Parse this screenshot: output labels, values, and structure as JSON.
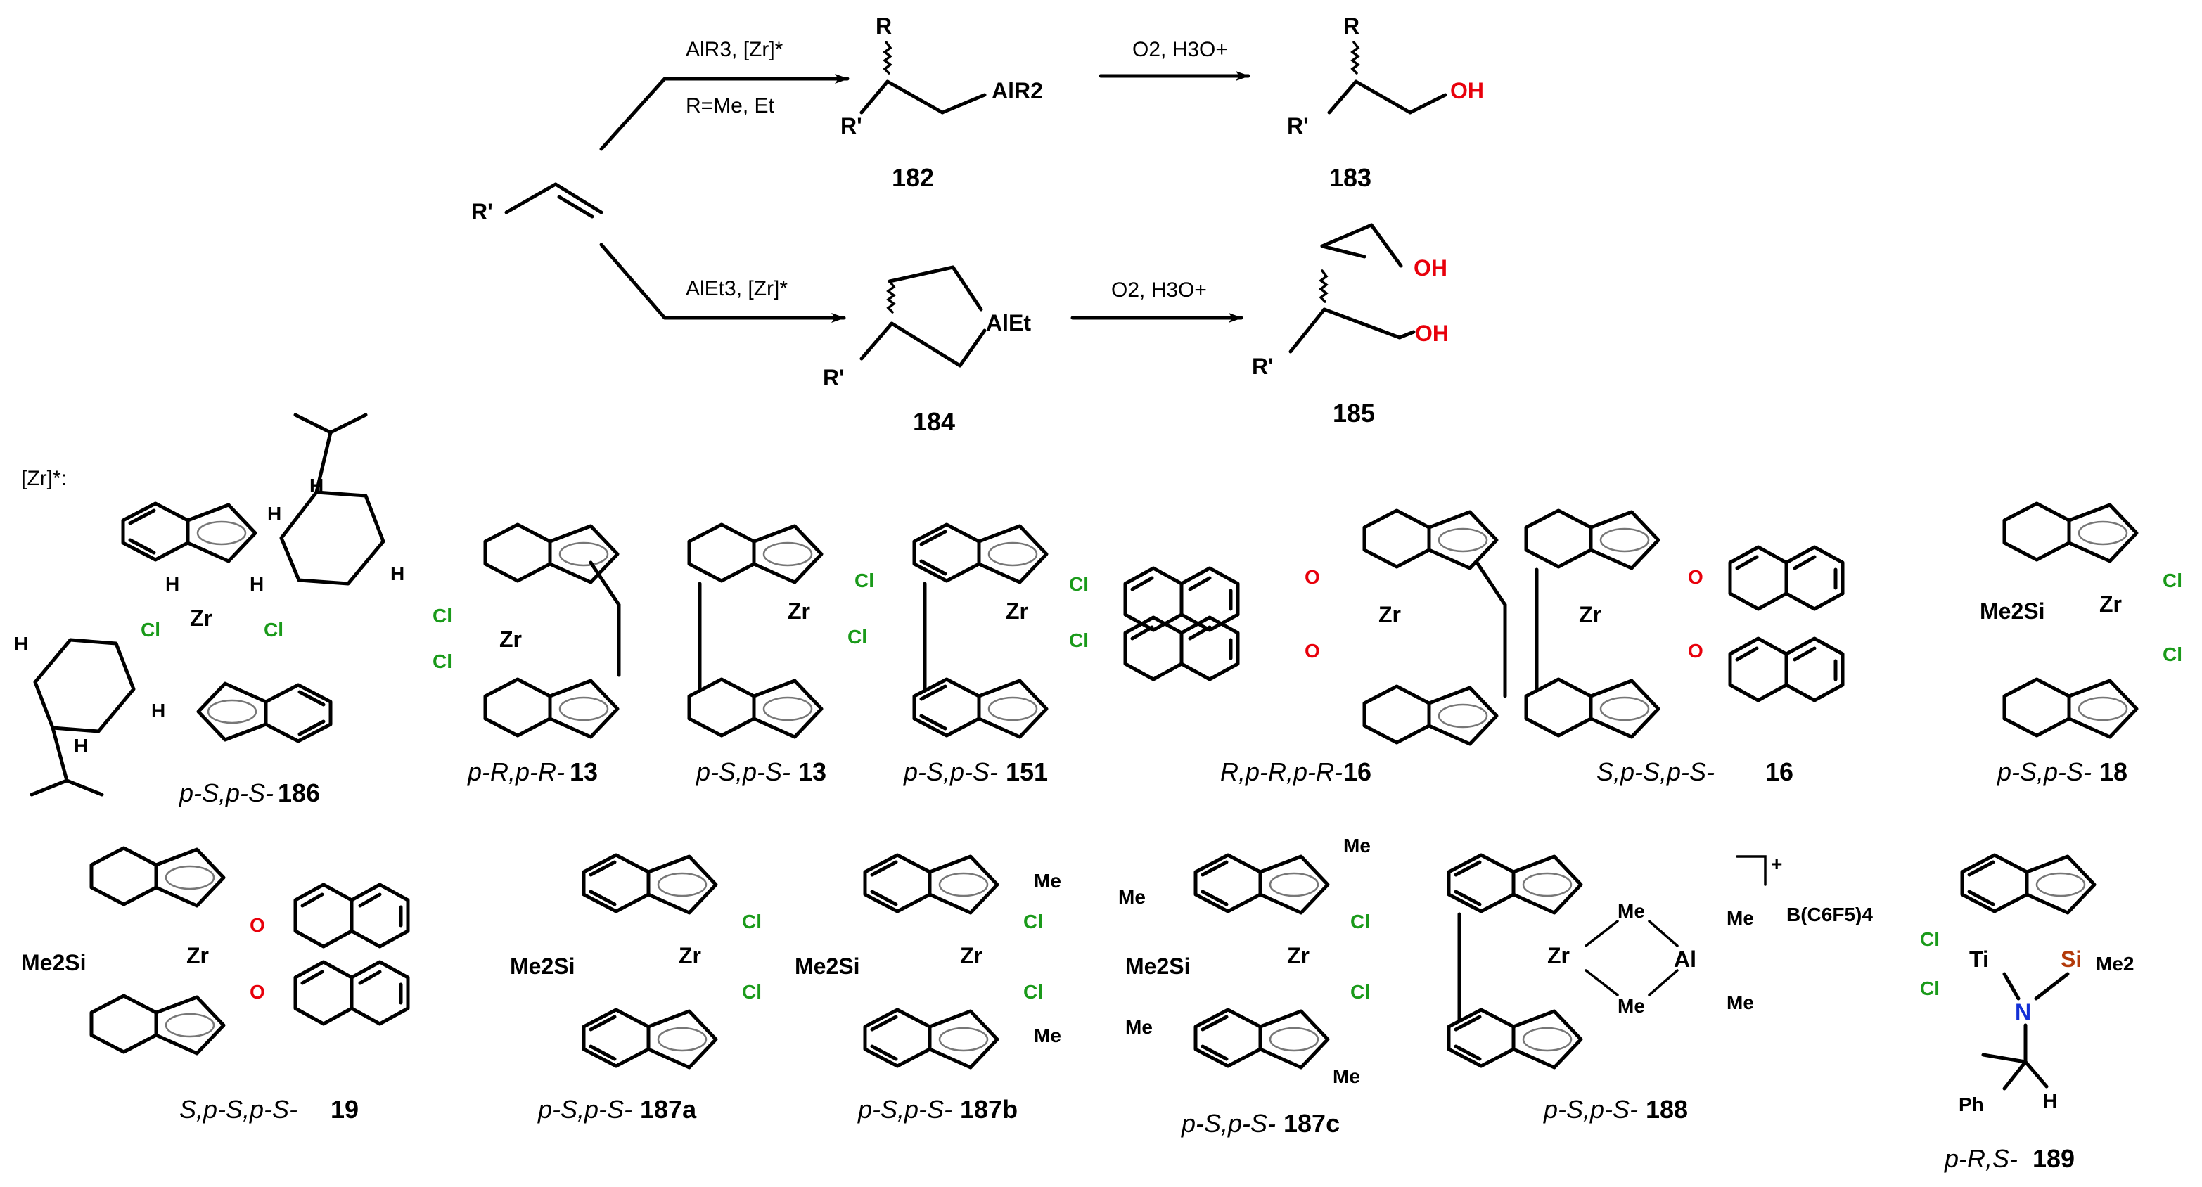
{
  "route_top": {
    "reagent": "AlR3, [Zr]*",
    "reagent_note": "R=Me, Et",
    "intermediate": {
      "label": "182",
      "group": "AlR2"
    },
    "oxidation": "O2, H3O+",
    "product": {
      "label": "183",
      "group": "OH"
    }
  },
  "route_bottom": {
    "reagent": "AlEt3, [Zr]*",
    "intermediate": {
      "label": "184",
      "group": "AlEt"
    },
    "oxidation": "O2, H3O+",
    "product": {
      "label": "185",
      "group": "OH"
    }
  },
  "substituents": {
    "r": "R",
    "r_prime": "R'",
    "h": "H"
  },
  "catalyst_key": "[Zr]*:",
  "catalysts_row1": [
    {
      "prefix": "p-S,p-S-",
      "num": "186"
    },
    {
      "prefix": "p-R,p-R-",
      "num": "13"
    },
    {
      "prefix": "p-S,p-S-",
      "num": "13"
    },
    {
      "prefix": "p-S,p-S-",
      "num": "151"
    },
    {
      "prefix": "R,p-R,p-R-",
      "num": "16"
    },
    {
      "prefix": "S,p-S,p-S- ",
      "num": "16"
    },
    {
      "prefix": "p-S,p-S-",
      "num": "18"
    }
  ],
  "catalysts_row2": [
    {
      "prefix": "S,p-S,p-S-",
      "num": "19"
    },
    {
      "prefix": "p-S,p-S-",
      "num": "187a"
    },
    {
      "prefix": "p-S,p-S-",
      "num": "187b"
    },
    {
      "prefix": "p-S,p-S-",
      "num": "187c"
    },
    {
      "prefix": "p-S,p-S-",
      "num": "188"
    },
    {
      "prefix": "p-R,S-",
      "num": "189"
    }
  ],
  "atoms": {
    "zr": "Zr",
    "ti": "Ti",
    "al": "Al",
    "cl": "Cl",
    "o": "O",
    "n": "N",
    "si": "Si",
    "me": "Me",
    "me2si": "Me2Si",
    "me2": "Me2",
    "ph": "Ph",
    "counterion": "B(C6F5)4",
    "charge": "+"
  },
  "colors": {
    "oxygen_hydroxyl": "#e8000b",
    "chlorine": "#1a9a1a",
    "silicon": "#b33a0a",
    "nitrogen": "#1330d6"
  }
}
